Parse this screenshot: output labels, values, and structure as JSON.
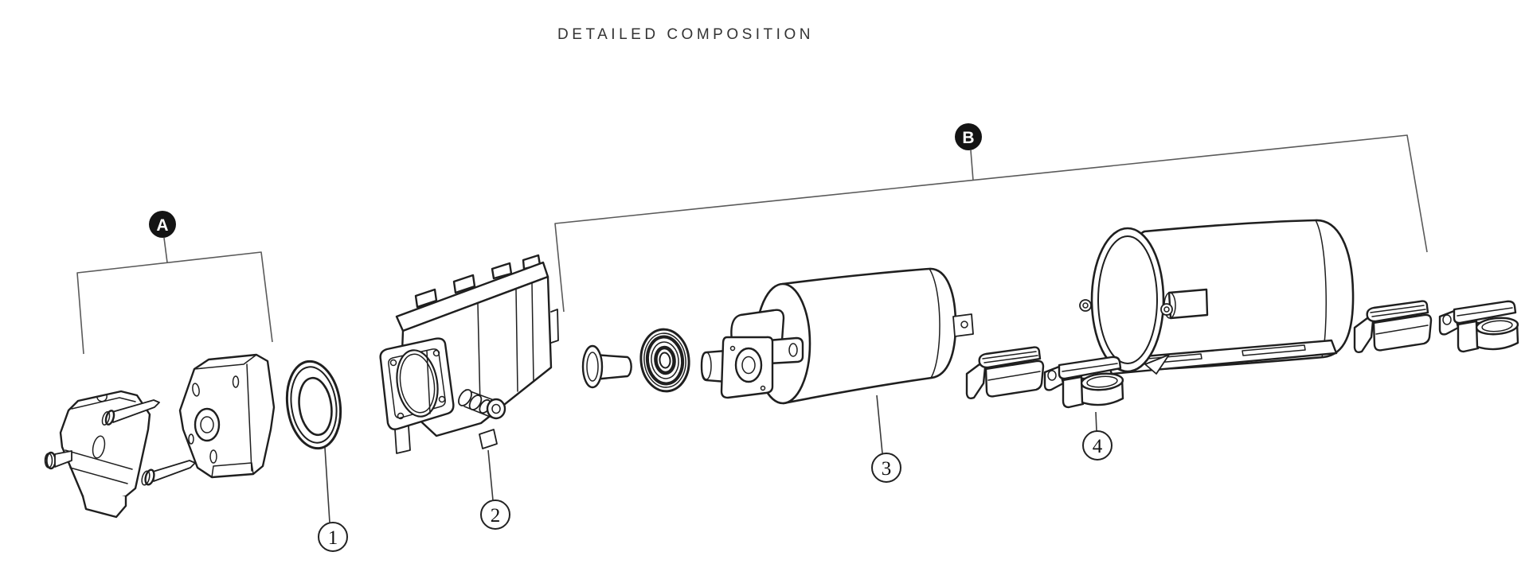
{
  "title": "DETAILED COMPOSITION",
  "colors": {
    "background": "#ffffff",
    "line": "#1f1f1f",
    "bracket": "#5a5a5a",
    "badge_fill": "#141414",
    "badge_text": "#ffffff"
  },
  "callouts": {
    "groups": [
      {
        "label": "A"
      },
      {
        "label": "B"
      }
    ],
    "parts": [
      {
        "label": "1"
      },
      {
        "label": "2"
      },
      {
        "label": "3"
      },
      {
        "label": "4"
      }
    ]
  }
}
